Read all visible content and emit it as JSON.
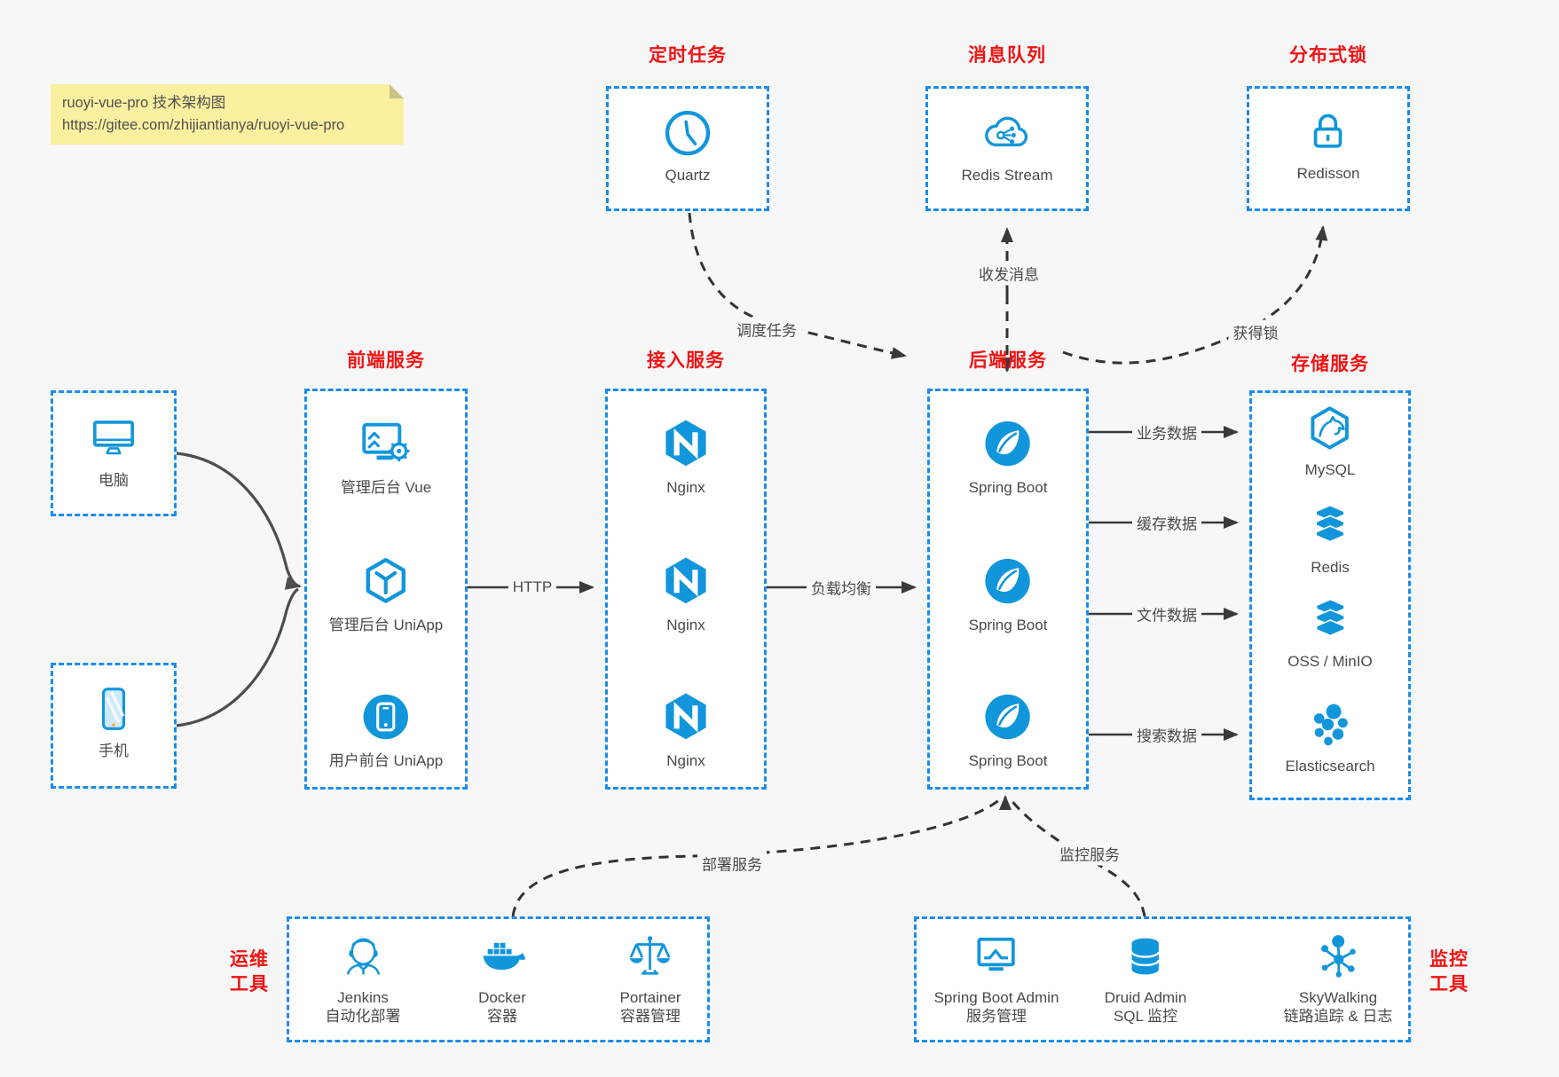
{
  "note": {
    "line1": "ruoyi-vue-pro 技术架构图",
    "line2": "https://gitee.com/zhijiantianya/ruoyi-vue-pro"
  },
  "colors": {
    "accent_blue": "#1296db",
    "border_blue": "#1b8cec",
    "title_red": "#f01414",
    "note_bg": "#faf0a0",
    "text_gray": "#4a4a4a",
    "arrow_dark": "#3a3a3a",
    "arrow_gray": "#4d4d4d"
  },
  "top_groups": [
    {
      "title": "定时任务",
      "item": {
        "icon": "clock-icon",
        "label": "Quartz"
      }
    },
    {
      "title": "消息队列",
      "item": {
        "icon": "cloud-share-icon",
        "label": "Redis Stream"
      }
    },
    {
      "title": "分布式锁",
      "item": {
        "icon": "lock-icon",
        "label": "Redisson"
      }
    }
  ],
  "clients": [
    {
      "icon": "computer-icon",
      "label": "电脑"
    },
    {
      "icon": "smartphone-icon",
      "label": "手机"
    }
  ],
  "columns": [
    {
      "title": "前端服务",
      "items": [
        {
          "icon": "admin-vue-icon",
          "label": "管理后台 Vue"
        },
        {
          "icon": "uniapp-cube-icon",
          "label": "管理后台 UniApp"
        },
        {
          "icon": "uniapp-user-icon",
          "label": "用户前台 UniApp"
        }
      ]
    },
    {
      "title": "接入服务",
      "items": [
        {
          "icon": "nginx-icon",
          "label": "Nginx"
        },
        {
          "icon": "nginx-icon",
          "label": "Nginx"
        },
        {
          "icon": "nginx-icon",
          "label": "Nginx"
        }
      ]
    },
    {
      "title": "后端服务",
      "items": [
        {
          "icon": "spring-boot-icon",
          "label": "Spring Boot"
        },
        {
          "icon": "spring-boot-icon",
          "label": "Spring Boot"
        },
        {
          "icon": "spring-boot-icon",
          "label": "Spring Boot"
        }
      ]
    },
    {
      "title": "存储服务",
      "items": [
        {
          "icon": "mysql-icon",
          "label": "MySQL"
        },
        {
          "icon": "redis-stack-icon",
          "label": "Redis"
        },
        {
          "icon": "storage-stack-icon",
          "label": "OSS / MinIO"
        },
        {
          "icon": "elasticsearch-icon",
          "label": "Elasticsearch"
        }
      ]
    }
  ],
  "bottom_groups": [
    {
      "title_line1": "运维",
      "title_line2": "工具",
      "items": [
        {
          "icon": "jenkins-icon",
          "label": "Jenkins",
          "sublabel": "自动化部署"
        },
        {
          "icon": "docker-icon",
          "label": "Docker",
          "sublabel": "容器"
        },
        {
          "icon": "portainer-icon",
          "label": "Portainer",
          "sublabel": "容器管理"
        }
      ]
    },
    {
      "title_line1": "监控",
      "title_line2": "工具",
      "items": [
        {
          "icon": "spring-boot-admin-icon",
          "label": "Spring Boot Admin",
          "sublabel": "服务管理"
        },
        {
          "icon": "druid-icon",
          "label": "Druid Admin",
          "sublabel": "SQL 监控"
        },
        {
          "icon": "skywalking-icon",
          "label": "SkyWalking",
          "sublabel": "链路追踪 & 日志"
        }
      ]
    }
  ],
  "edges": {
    "http": "HTTP",
    "load_balance": "负载均衡",
    "business_data": "业务数据",
    "cache_data": "缓存数据",
    "file_data": "文件数据",
    "search_data": "搜索数据",
    "schedule": "调度任务",
    "messaging": "收发消息",
    "acquire_lock": "获得锁",
    "deploy": "部署服务",
    "monitor": "监控服务"
  }
}
